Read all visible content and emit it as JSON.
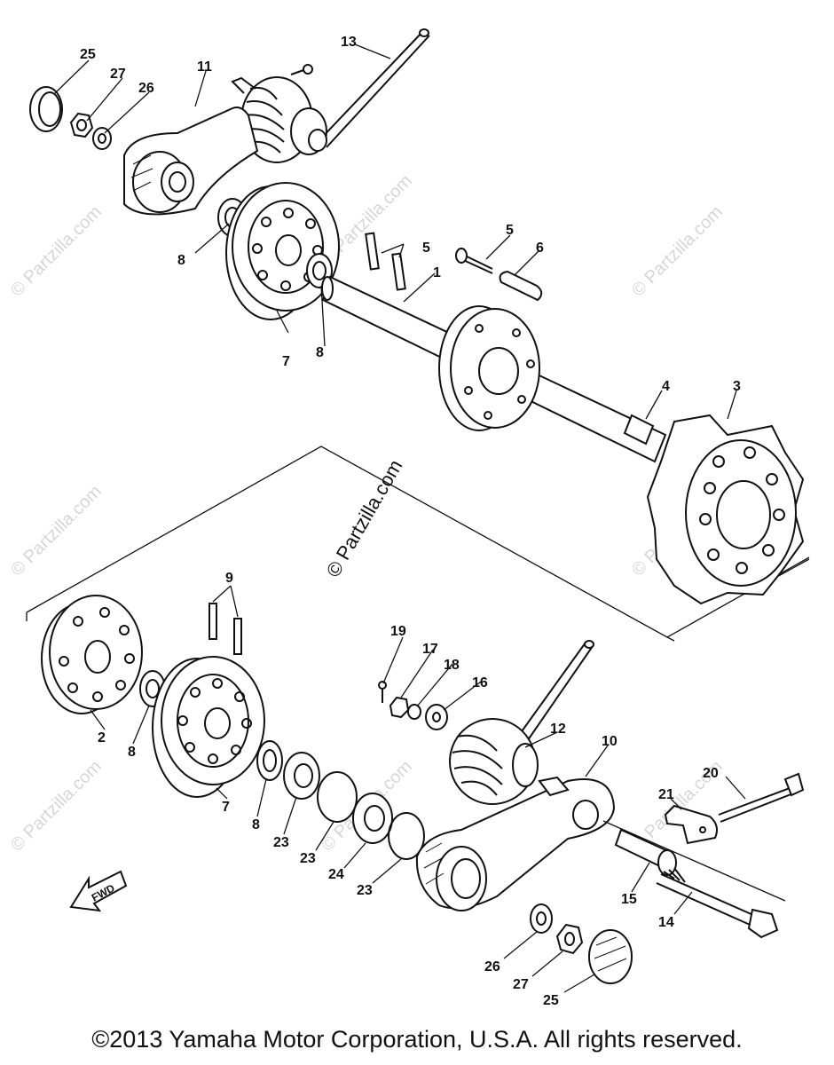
{
  "diagram": {
    "watermark": "© Partzilla.com",
    "copyright": "©2013 Yamaha Motor Corporation, U.S.A. All rights reserved.",
    "front_arrow": "FWD",
    "callouts": {
      "n1": "1",
      "n2": "2",
      "n3": "3",
      "n4": "4",
      "n5a": "5",
      "n5b": "5",
      "n6": "6",
      "n7a": "7",
      "n7b": "7",
      "n8a": "8",
      "n8b": "8",
      "n8c": "8",
      "n8d": "8",
      "n9": "9",
      "n10": "10",
      "n11": "11",
      "n12": "12",
      "n13": "13",
      "n14": "14",
      "n15": "15",
      "n16": "16",
      "n17": "17",
      "n18": "18",
      "n19": "19",
      "n20": "20",
      "n21": "21",
      "n23a": "23",
      "n23b": "23",
      "n23c": "23",
      "n24": "24",
      "n25a": "25",
      "n25b": "25",
      "n26a": "26",
      "n26b": "26",
      "n27a": "27",
      "n27b": "27"
    }
  }
}
